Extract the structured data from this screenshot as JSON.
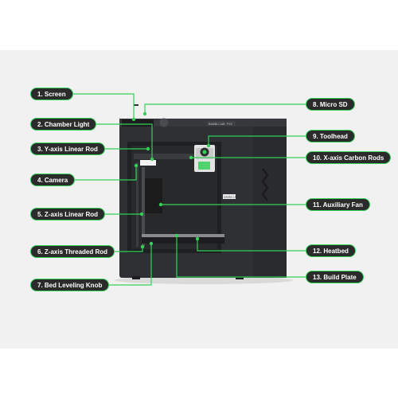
{
  "colors": {
    "accent": "#34d058",
    "label_bg": "#2b2b2b",
    "label_text": "#ffffff",
    "printer_body": "#333437",
    "background_band": "#f1f1f1"
  },
  "printer": {
    "brand": "BAMBU LAB",
    "model": "P1S",
    "toolhead_tag": "BAMBU LAB"
  },
  "labels": {
    "l1": "1. Screen",
    "l2": "2. Chamber Light",
    "l3": "3. Y-axis Linear Rod",
    "l4": "4. Camera",
    "l5": "5. Z-axis Linear Rod",
    "l6": "6. Z-axis Threaded Rod",
    "l7": "7. Bed Leveling Knob",
    "l8": "8. Micro SD",
    "l9": "9. Toolhead",
    "l10": "10. X-axis Carbon Rods",
    "l11": "11. Auxiliary Fan",
    "l12": "12. Heatbed",
    "l13": "13. Build Plate"
  }
}
